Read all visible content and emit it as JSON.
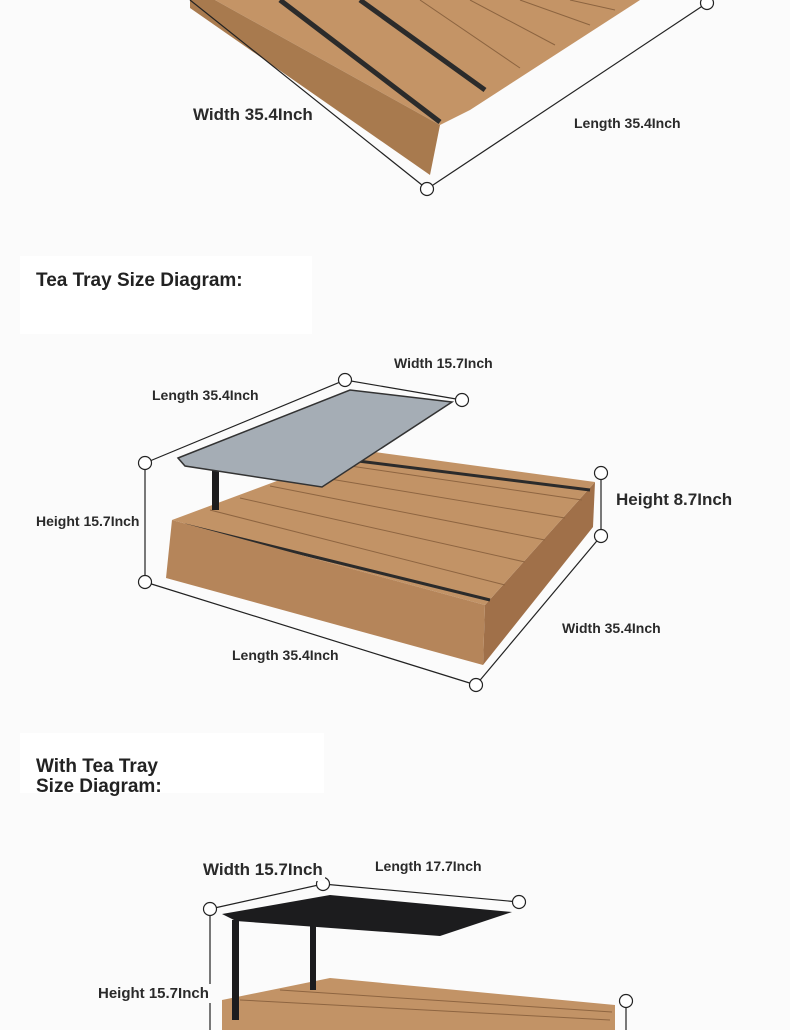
{
  "top_diagram": {
    "width_label": "Width 35.4Inch",
    "length_label": "Length 35.4Inch"
  },
  "tea_tray": {
    "heading": "Tea Tray Size Diagram:",
    "tray_width_label": "Width 15.7Inch",
    "tray_length_label": "Length 35.4Inch",
    "total_height_label": "Height 15.7Inch",
    "base_height_label": "Height 8.7Inch",
    "base_width_label": "Width 35.4Inch",
    "base_length_label": "Length 35.4Inch"
  },
  "with_tea_tray": {
    "heading": "With Tea Tray Size Diagram:",
    "width_label": "Width 15.7Inch",
    "length_label": "Length 17.7Inch",
    "height_label": "Height 15.7Inch"
  },
  "colors": {
    "wood": "#b98a5c",
    "wood_dark": "#9c6f44",
    "tray_gray": "#9aa3ab",
    "tray_black": "#1c1c1e",
    "line": "#222222"
  }
}
